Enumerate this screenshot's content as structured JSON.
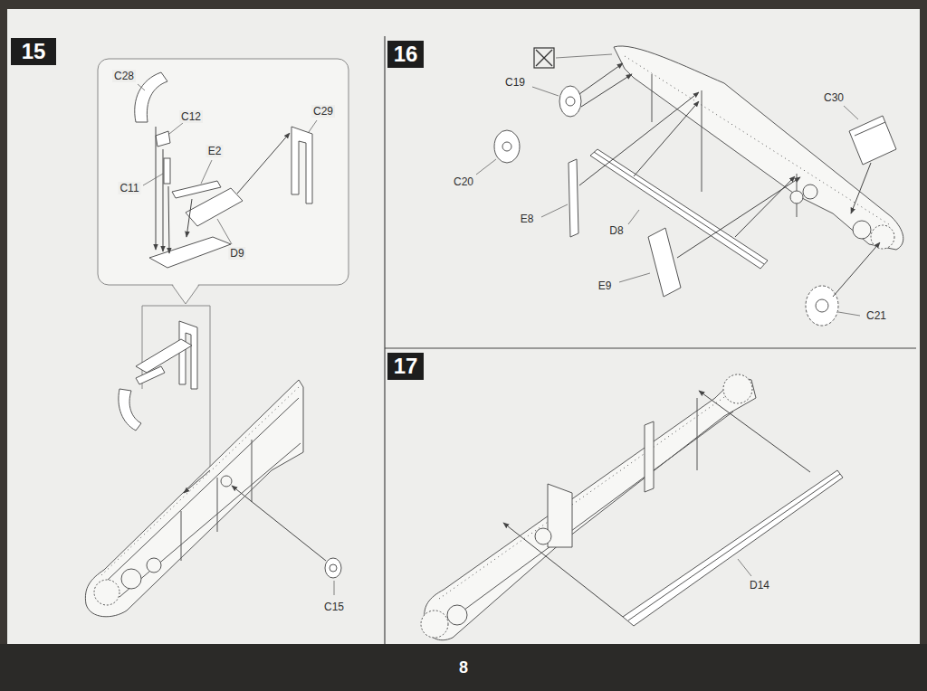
{
  "diagram": {
    "nodes": [
      {
        "text": [
          "15"
        ]
      },
      {
        "text": [
          "16"
        ]
      },
      {
        "text": [
          "17"
        ]
      },
      {
        "text": [
          "8"
        ]
      }
    ],
    "labels": [
      "C28",
      "C12",
      "C29",
      "E2",
      "C11",
      "D9",
      "C15",
      "C19",
      "C20",
      "E8",
      "D8",
      "E9",
      "C30",
      "C21",
      "D14"
    ]
  }
}
